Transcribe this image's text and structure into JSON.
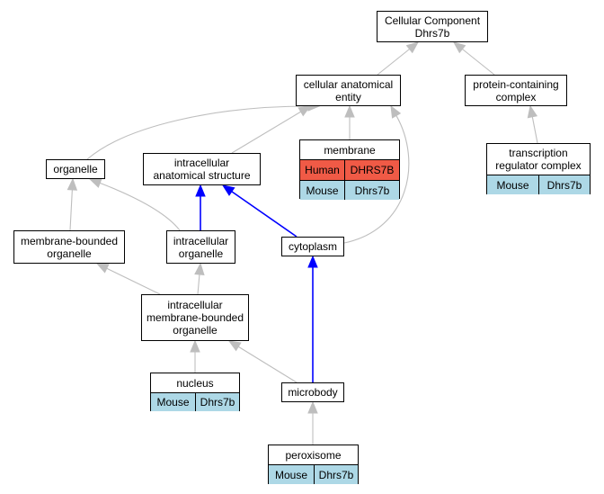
{
  "colors": {
    "edge_gray": "#bebebe",
    "edge_blue": "#0000ff",
    "human_fill": "#f05a46",
    "mouse_fill": "#add8e6"
  },
  "nodes": {
    "cellular_component": {
      "title": "Cellular Component\nDhrs7b"
    },
    "cellular_anatomical_entity": {
      "title": "cellular anatomical\nentity"
    },
    "protein_containing_complex": {
      "title": "protein-containing\ncomplex"
    },
    "organelle": {
      "title": "organelle"
    },
    "intracellular_anatomical_structure": {
      "title": "intracellular\nanatomical structure"
    },
    "membrane": {
      "title": "membrane",
      "rows": [
        {
          "species": "Human",
          "gene": "DHRS7B"
        },
        {
          "species": "Mouse",
          "gene": "Dhrs7b"
        }
      ]
    },
    "transcription_regulator_complex": {
      "title": "transcription\nregulator complex",
      "rows": [
        {
          "species": "Mouse",
          "gene": "Dhrs7b"
        }
      ]
    },
    "membrane_bounded_organelle": {
      "title": "membrane-bounded\norganelle"
    },
    "intracellular_organelle": {
      "title": "intracellular\norganelle"
    },
    "cytoplasm": {
      "title": "cytoplasm"
    },
    "intracellular_membrane_bounded_organelle": {
      "title": "intracellular\nmembrane-bounded\norganelle"
    },
    "nucleus": {
      "title": "nucleus",
      "rows": [
        {
          "species": "Mouse",
          "gene": "Dhrs7b"
        }
      ]
    },
    "microbody": {
      "title": "microbody"
    },
    "peroxisome": {
      "title": "peroxisome",
      "rows": [
        {
          "species": "Mouse",
          "gene": "Dhrs7b"
        }
      ]
    }
  },
  "edges": [
    {
      "from": "cellular_anatomical_entity",
      "to": "cellular_component",
      "color": "gray"
    },
    {
      "from": "protein_containing_complex",
      "to": "cellular_component",
      "color": "gray"
    },
    {
      "from": "organelle",
      "to": "cellular_anatomical_entity",
      "color": "gray"
    },
    {
      "from": "intracellular_anatomical_structure",
      "to": "cellular_anatomical_entity",
      "color": "gray"
    },
    {
      "from": "membrane",
      "to": "cellular_anatomical_entity",
      "color": "gray"
    },
    {
      "from": "cytoplasm",
      "to": "cellular_anatomical_entity",
      "color": "gray"
    },
    {
      "from": "transcription_regulator_complex",
      "to": "protein_containing_complex",
      "color": "gray"
    },
    {
      "from": "membrane_bounded_organelle",
      "to": "organelle",
      "color": "gray"
    },
    {
      "from": "intracellular_organelle",
      "to": "organelle",
      "color": "gray"
    },
    {
      "from": "intracellular_organelle",
      "to": "intracellular_anatomical_structure",
      "color": "blue"
    },
    {
      "from": "cytoplasm",
      "to": "intracellular_anatomical_structure",
      "color": "blue"
    },
    {
      "from": "intracellular_membrane_bounded_organelle",
      "to": "membrane_bounded_organelle",
      "color": "gray"
    },
    {
      "from": "intracellular_membrane_bounded_organelle",
      "to": "intracellular_organelle",
      "color": "gray"
    },
    {
      "from": "nucleus",
      "to": "intracellular_membrane_bounded_organelle",
      "color": "gray"
    },
    {
      "from": "microbody",
      "to": "intracellular_membrane_bounded_organelle",
      "color": "gray"
    },
    {
      "from": "microbody",
      "to": "cytoplasm",
      "color": "blue"
    },
    {
      "from": "peroxisome",
      "to": "microbody",
      "color": "gray"
    }
  ]
}
